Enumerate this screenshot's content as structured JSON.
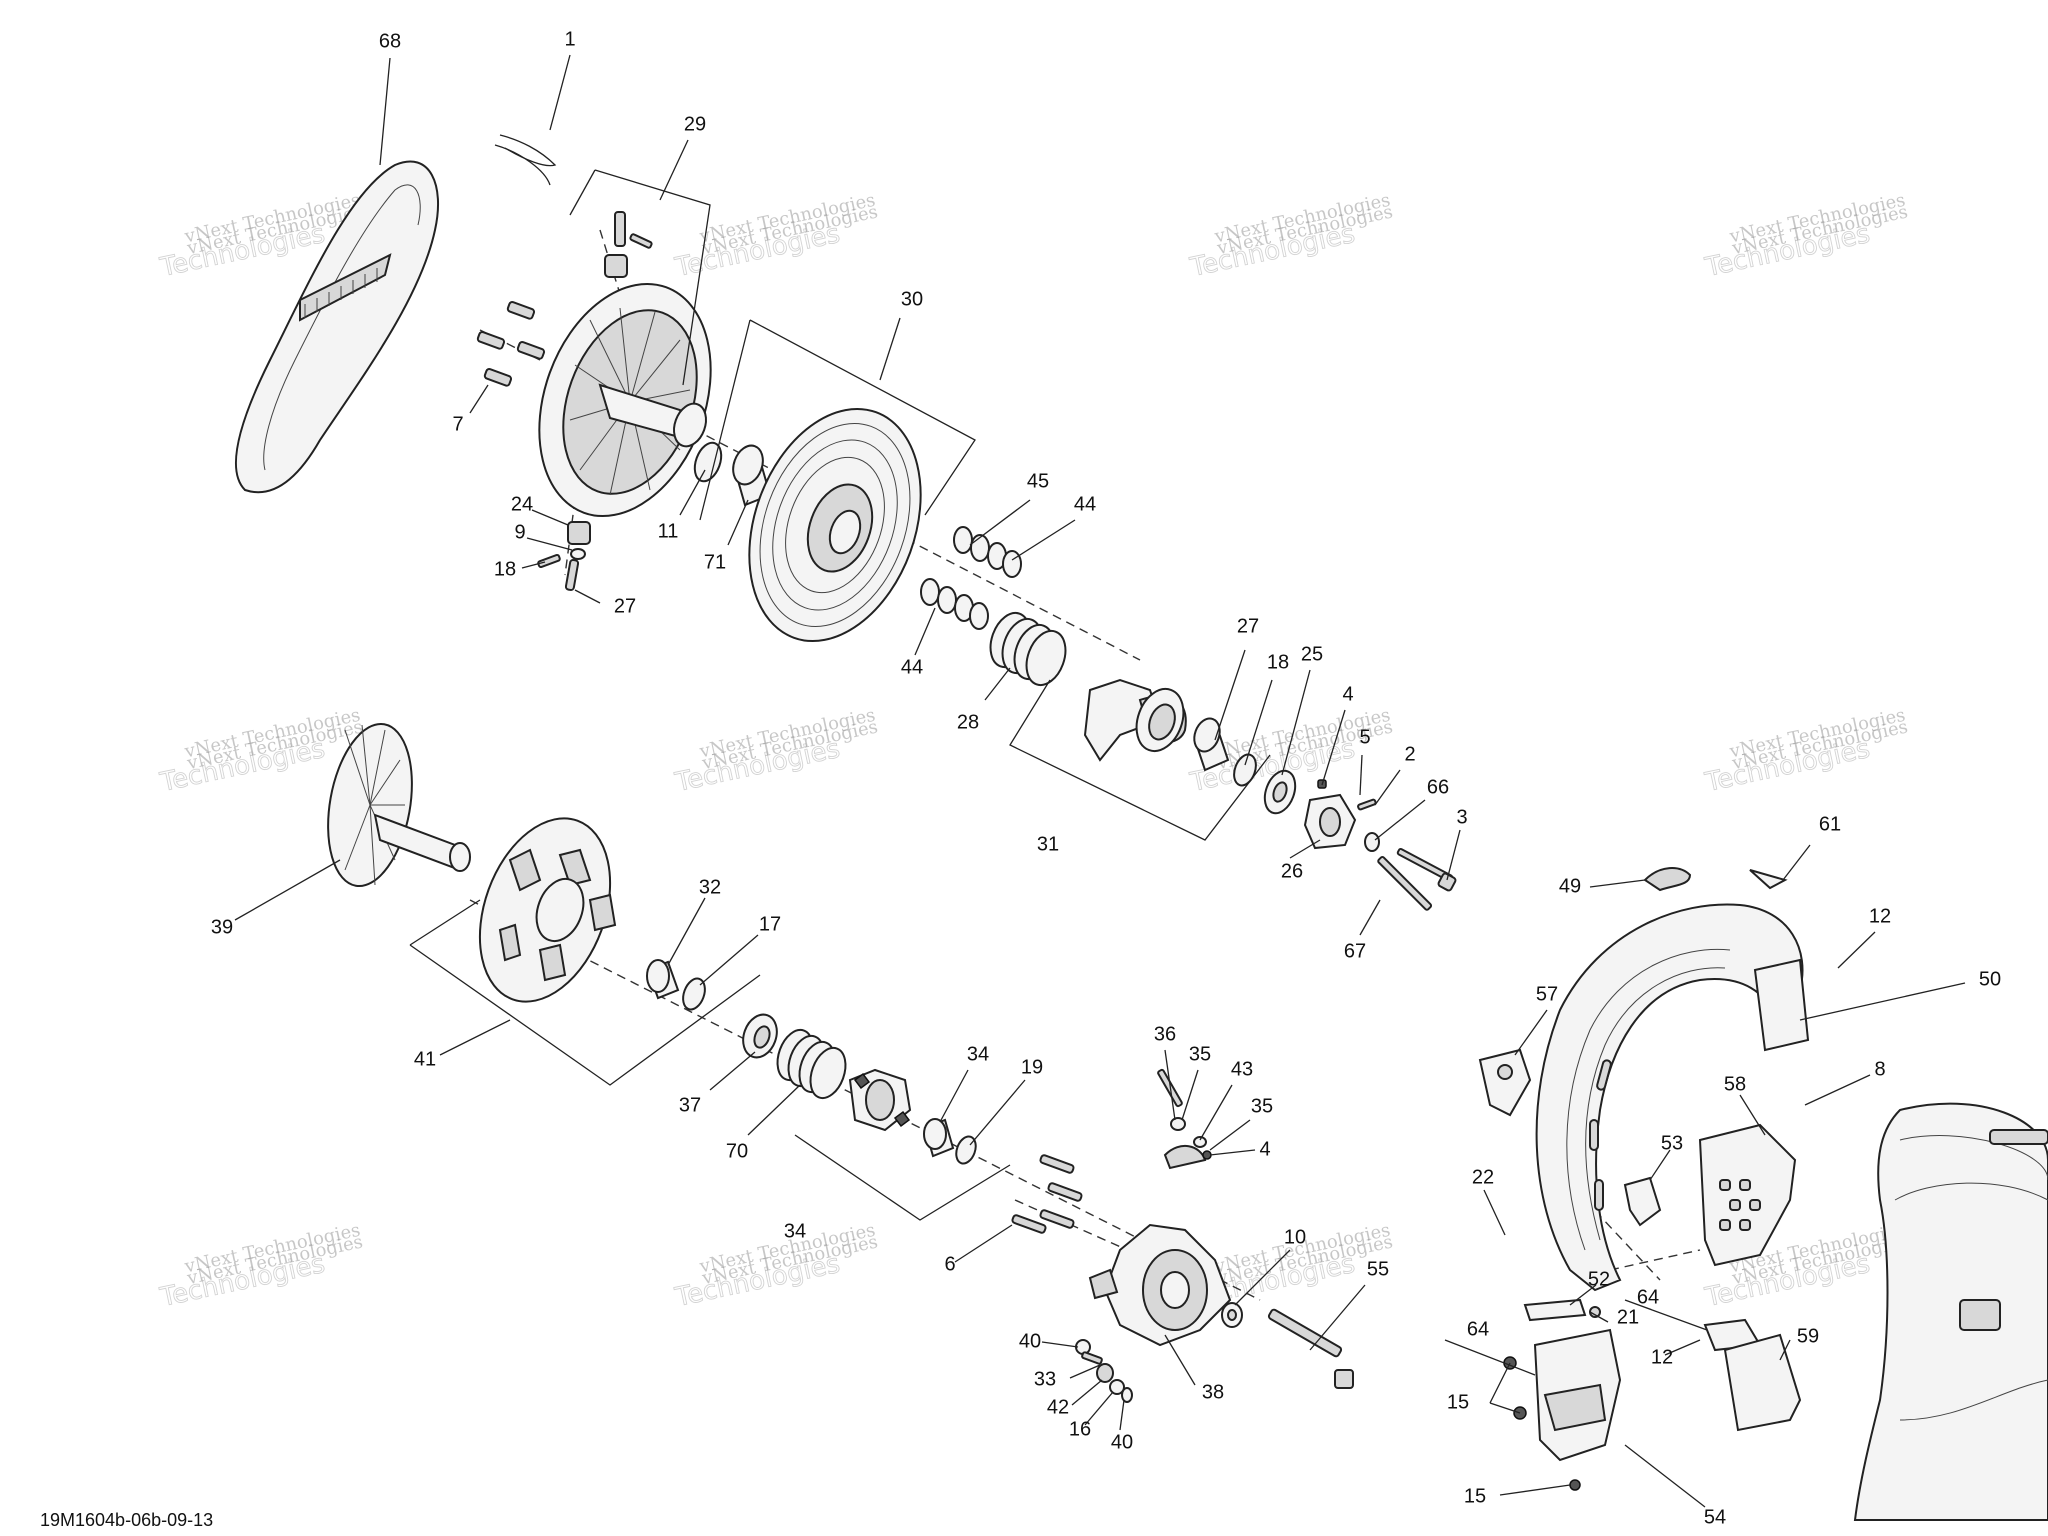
{
  "diagram": {
    "doc_id": "19M1604b-06b-09-13",
    "watermark_line1": "vNext Technologies",
    "watermark_line2": "Technologies",
    "callouts": [
      "68",
      "1",
      "29",
      "30",
      "7",
      "45",
      "44",
      "24",
      "9",
      "18",
      "27",
      "11",
      "71",
      "44",
      "28",
      "27",
      "18",
      "25",
      "4",
      "5",
      "2",
      "66",
      "3",
      "67",
      "26",
      "31",
      "39",
      "32",
      "17",
      "41",
      "37",
      "70",
      "34",
      "19",
      "34",
      "6",
      "36",
      "35",
      "43",
      "35",
      "4",
      "10",
      "55",
      "38",
      "40",
      "33",
      "42",
      "16",
      "40",
      "49",
      "61",
      "12",
      "50",
      "57",
      "8",
      "58",
      "53",
      "22",
      "52",
      "21",
      "64",
      "12",
      "59",
      "64",
      "15",
      "15",
      "54"
    ]
  }
}
